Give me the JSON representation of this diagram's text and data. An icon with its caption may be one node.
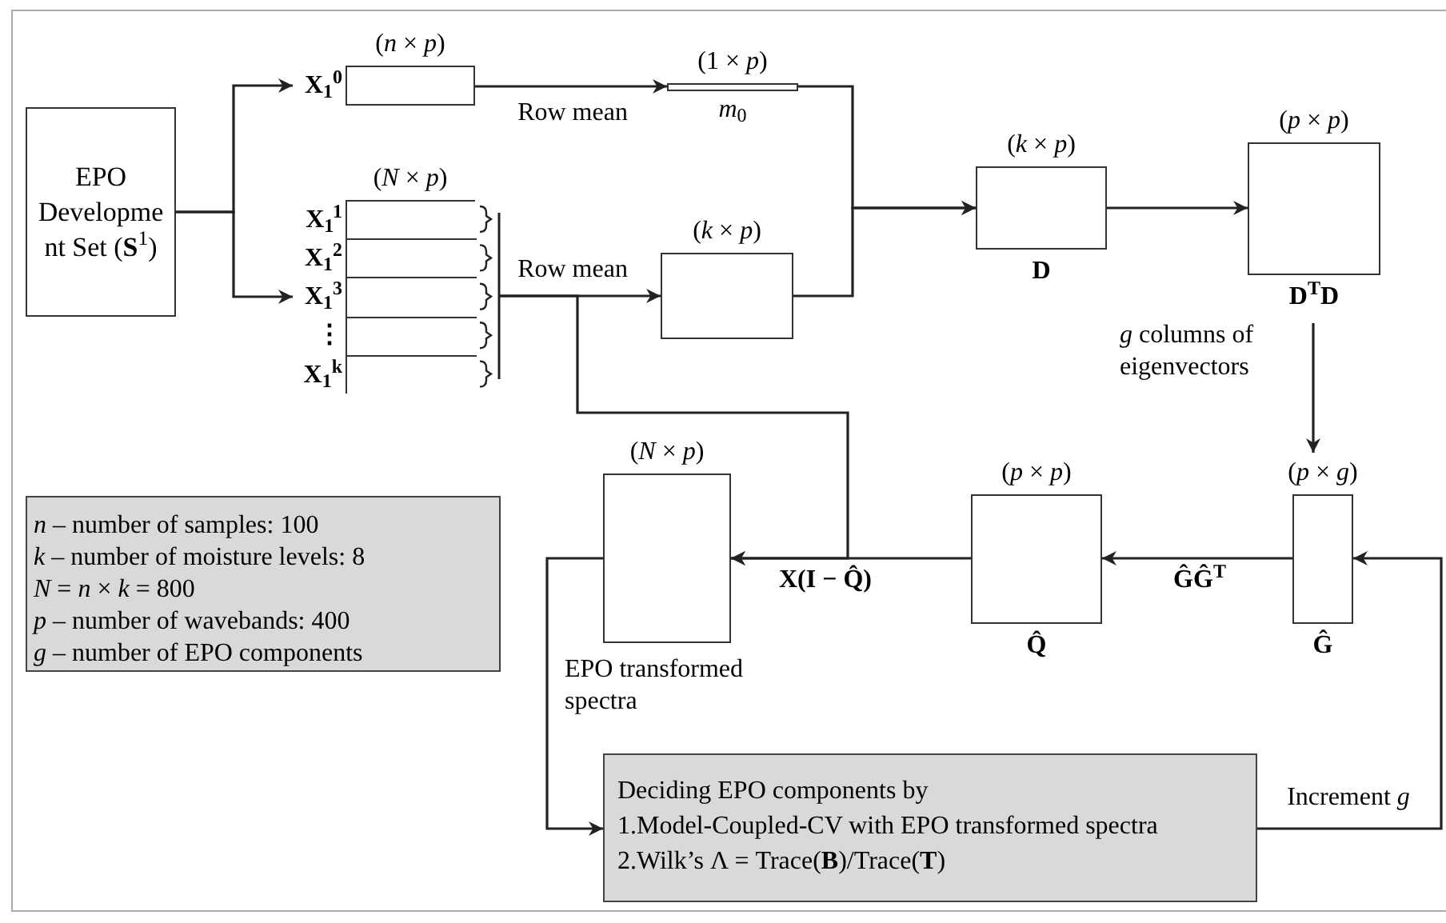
{
  "diagram": {
    "nodes": [
      {
        "text": [
          "EPO Developme nt Set (**S**$^{1}$)"
        ]
      },
      {
        "text": [
          "(*n* × *p*)"
        ],
        "beside": [
          "X$_{1}$$^{0}$"
        ]
      },
      {
        "text": [
          "(1 × *p*)"
        ],
        "beside": [
          "*m*$_{0}$"
        ]
      },
      {
        "text": [
          "(*N* × *p*)"
        ]
      },
      {
        "text": [],
        "shape": "box",
        "in": 3,
        "beside": [
          "X$_{1}$$^{1}$"
        ]
      },
      {
        "text": [],
        "shape": "box",
        "in": 3,
        "beside": [
          "X$_{1}$$^{2}$"
        ]
      },
      {
        "text": [],
        "shape": "box",
        "in": 3,
        "beside": [
          "X$_{1}$$^{3}$"
        ]
      },
      {
        "text": [],
        "shape": "box",
        "in": 3,
        "beside": [
          "⋮"
        ]
      },
      {
        "text": [],
        "shape": "box",
        "in": 3,
        "beside": [
          "X$_{1}$$^{k}$"
        ]
      },
      {
        "text": [
          "(*k* × *p*)"
        ]
      },
      {
        "text": [
          "(*k* × *p*)",
          "D"
        ]
      },
      {
        "text": [
          "(*p* × *p*)",
          "D$^{T}$D"
        ]
      },
      {
        "text": [
          "(*p* × *g*)",
          "Ĝ"
        ]
      },
      {
        "text": [
          "(*p* × *p*)",
          "Q̂"
        ]
      },
      {
        "text": [
          "(*N* × *p*)",
          "EPO transformed spectra"
        ]
      },
      {
        "text": [
          "*n* – number of samples: 100",
          "*k* – number of moisture levels: 8",
          "*N* = *n* × *k* = 800",
          "*p* – number of wavebands: 400",
          "*g* – number of EPO components"
        ]
      },
      {
        "text": [
          "Deciding EPO components by",
          "1.Model-Coupled-CV with EPO transformed spectra",
          "2.Wilk’s Λ = Trace(**B**)/Trace(**T**)"
        ]
      }
    ],
    "edges": [
      {
        "from": 0,
        "to": 1,
        "arrow": "to"
      },
      {
        "from": 0,
        "to": 6,
        "arrow": "to"
      },
      {
        "from": 1,
        "to": 2,
        "arrow": "to",
        "label": "Row mean"
      },
      {
        "from": 3,
        "to": 9,
        "arrow": "to",
        "label": "Row mean"
      },
      {
        "from": 3,
        "to": 14,
        "arrow": "to"
      },
      {
        "from": 2,
        "to": 10,
        "arrow": "to"
      },
      {
        "from": 9,
        "to": 10,
        "arrow": "to"
      },
      {
        "from": 10,
        "to": 11,
        "arrow": "to"
      },
      {
        "from": 11,
        "to": 12,
        "arrow": "to",
        "label": "*g* columns of eigenvectors"
      },
      {
        "from": 12,
        "to": 13,
        "arrow": "to",
        "label": "ĜĜ$^{T}$"
      },
      {
        "from": 13,
        "to": 14,
        "arrow": "to",
        "label": "X(I − Q̂)"
      },
      {
        "from": 14,
        "to": 16,
        "arrow": "to"
      },
      {
        "from": 16,
        "to": 12,
        "arrow": "to",
        "label": "Increment *g*"
      }
    ]
  }
}
